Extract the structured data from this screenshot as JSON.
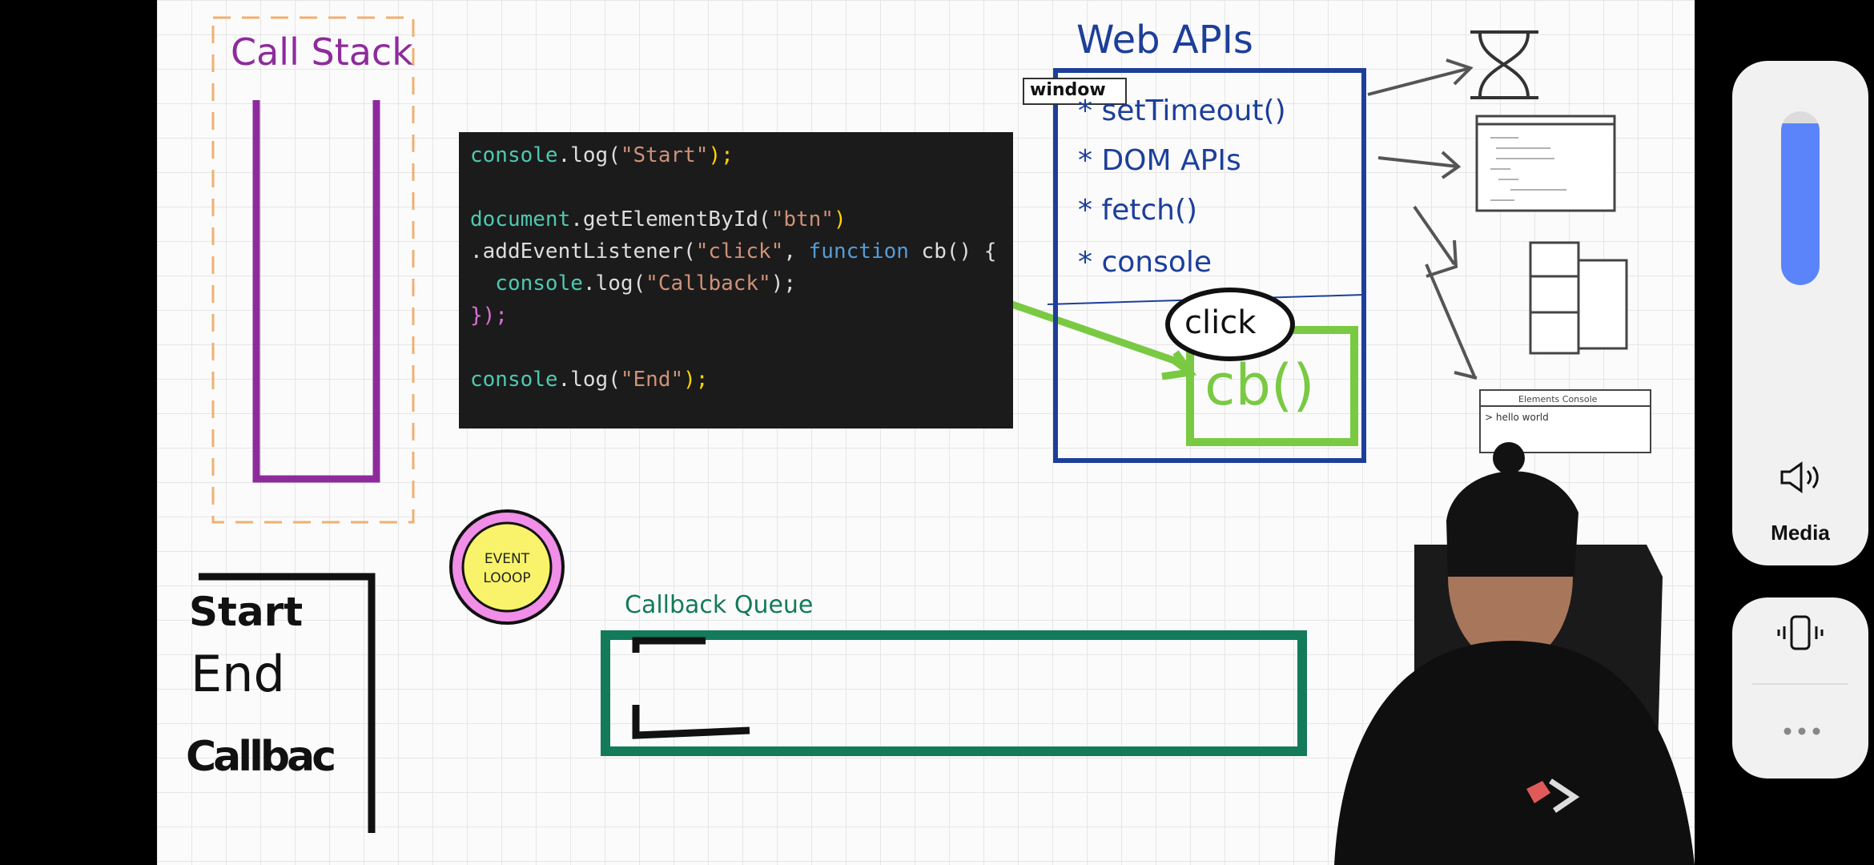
{
  "diagram": {
    "call_stack_title": "Call Stack",
    "code_lines": [
      {
        "parts": [
          "console",
          ".log(",
          "\"Start\"",
          ");"
        ]
      },
      {
        "parts": [
          "document",
          ".getElementById(",
          "\"btn\"",
          ")"
        ]
      },
      {
        "parts": [
          ".addEventListener(",
          "\"click\"",
          ", ",
          "function",
          " cb() {"
        ]
      },
      {
        "parts": [
          "  console",
          ".log(",
          "\"Callback\"",
          ");"
        ]
      },
      {
        "parts": [
          "});"
        ]
      },
      {
        "parts": [
          "console",
          ".log(",
          "\"End\"",
          ");"
        ]
      }
    ],
    "web_apis_title": "Web APIs",
    "window_label": "window",
    "web_api_items": [
      "* setTimeout()",
      "* DOM APIs",
      "* fetch()",
      "* console"
    ],
    "click_label": "click",
    "registered_callback": "cb()",
    "console_sketch": {
      "tabs": "Elements  Console",
      "output": "> hello world"
    },
    "event_loop_label": [
      "EVENT",
      "LOOOP"
    ],
    "console_output": [
      "Start",
      "End",
      "Callbac"
    ],
    "callback_queue_title": "Callback Queue"
  },
  "media_panel": {
    "volume_level": 0.93,
    "label": "Media",
    "accent": "#5b84fb"
  },
  "icons": [
    "speaker-icon",
    "vibrate-icon",
    "more-icon"
  ]
}
